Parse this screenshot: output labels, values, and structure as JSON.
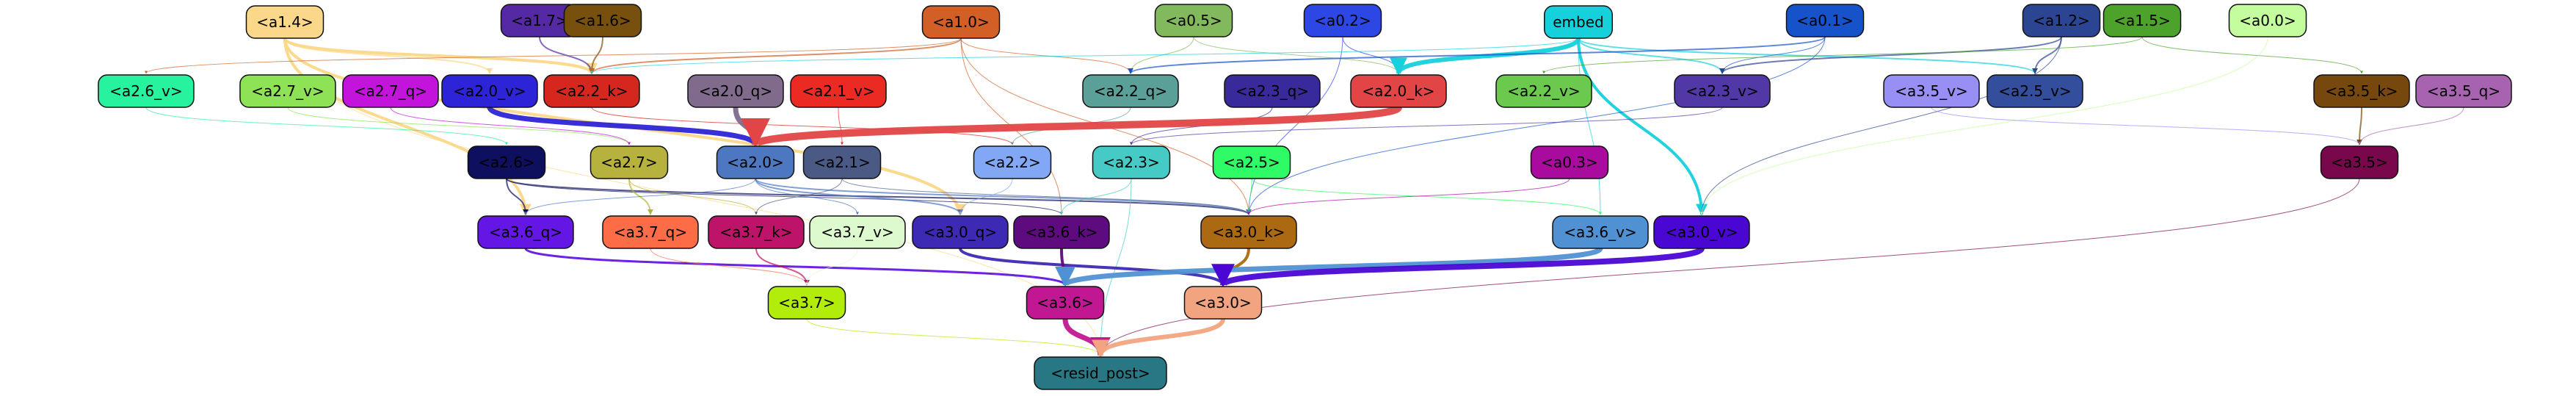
{
  "nodes": [
    {
      "id": "a1.4",
      "label": "<a1.4>",
      "fill": "#fbd889",
      "text": "#000000"
    },
    {
      "id": "a1.7",
      "label": "<a1.7>",
      "fill": "#5629a4",
      "text": "#000000"
    },
    {
      "id": "a1.6",
      "label": "<a1.6>",
      "fill": "#76500c",
      "text": "#000000"
    },
    {
      "id": "a1.0",
      "label": "<a1.0>",
      "fill": "#d25f25",
      "text": "#000000"
    },
    {
      "id": "a0.5",
      "label": "<a0.5>",
      "fill": "#82b95c",
      "text": "#000000"
    },
    {
      "id": "a0.2",
      "label": "<a0.2>",
      "fill": "#2c47e4",
      "text": "#000000"
    },
    {
      "id": "embed",
      "label": "embed",
      "fill": "#16d1dc",
      "text": "#000000"
    },
    {
      "id": "a0.1",
      "label": "<a0.1>",
      "fill": "#1653cb",
      "text": "#000000"
    },
    {
      "id": "a1.2",
      "label": "<a1.2>",
      "fill": "#2b4592",
      "text": "#000000"
    },
    {
      "id": "a1.5",
      "label": "<a1.5>",
      "fill": "#4da22b",
      "text": "#000000"
    },
    {
      "id": "a0.0",
      "label": "<a0.0>",
      "fill": "#c3fd9d",
      "text": "#000000"
    },
    {
      "id": "a2.6_v",
      "label": "<a2.6_v>",
      "fill": "#27f29e",
      "text": "#000000"
    },
    {
      "id": "a2.7_v",
      "label": "<a2.7_v>",
      "fill": "#8de256",
      "text": "#000000"
    },
    {
      "id": "a2.7_q",
      "label": "<a2.7_q>",
      "fill": "#c314dc",
      "text": "#000000"
    },
    {
      "id": "a2.0_v",
      "label": "<a2.0_v>",
      "fill": "#2d24d7",
      "text": "#000000"
    },
    {
      "id": "a2.2_k",
      "label": "<a2.2_k>",
      "fill": "#d6271f",
      "text": "#000000"
    },
    {
      "id": "a2.0_q",
      "label": "<a2.0_q>",
      "fill": "#806b8d",
      "text": "#000000"
    },
    {
      "id": "a2.1_v",
      "label": "<a2.1_v>",
      "fill": "#ec2a24",
      "text": "#000000"
    },
    {
      "id": "a2.2_q",
      "label": "<a2.2_q>",
      "fill": "#5b9f99",
      "text": "#000000"
    },
    {
      "id": "a2.3_q",
      "label": "<a2.3_q>",
      "fill": "#382a9b",
      "text": "#000000"
    },
    {
      "id": "a2.0_k",
      "label": "<a2.0_k>",
      "fill": "#e14545",
      "text": "#000000"
    },
    {
      "id": "a2.2_v",
      "label": "<a2.2_v>",
      "fill": "#6bc94e",
      "text": "#000000"
    },
    {
      "id": "a2.3_v",
      "label": "<a2.3_v>",
      "fill": "#5237a7",
      "text": "#000000"
    },
    {
      "id": "a3.5_v",
      "label": "<a3.5_v>",
      "fill": "#978ff3",
      "text": "#000000"
    },
    {
      "id": "a2.5_v",
      "label": "<a2.5_v>",
      "fill": "#334e9c",
      "text": "#000000"
    },
    {
      "id": "a3.5_k",
      "label": "<a3.5_k>",
      "fill": "#77480d",
      "text": "#000000"
    },
    {
      "id": "a3.5_q",
      "label": "<a3.5_q>",
      "fill": "#a763b0",
      "text": "#000000"
    },
    {
      "id": "a2.6",
      "label": "<a2.6>",
      "fill": "#0e0f5e",
      "text": "#000000"
    },
    {
      "id": "a2.7",
      "label": "<a2.7>",
      "fill": "#b6b23d",
      "text": "#000000"
    },
    {
      "id": "a2.0",
      "label": "<a2.0>",
      "fill": "#4d77c1",
      "text": "#000000"
    },
    {
      "id": "a2.1",
      "label": "<a2.1>",
      "fill": "#4a5a85",
      "text": "#000000"
    },
    {
      "id": "a2.2",
      "label": "<a2.2>",
      "fill": "#82a8f5",
      "text": "#000000"
    },
    {
      "id": "a2.3",
      "label": "<a2.3>",
      "fill": "#45cac6",
      "text": "#000000"
    },
    {
      "id": "a2.5",
      "label": "<a2.5>",
      "fill": "#2efb65",
      "text": "#000000"
    },
    {
      "id": "a0.3",
      "label": "<a0.3>",
      "fill": "#a90b9e",
      "text": "#000000"
    },
    {
      "id": "a3.5",
      "label": "<a3.5>",
      "fill": "#78074b",
      "text": "#000000"
    },
    {
      "id": "a3.6_q",
      "label": "<a3.6_q>",
      "fill": "#6316e4",
      "text": "#000000"
    },
    {
      "id": "a3.7_q",
      "label": "<a3.7_q>",
      "fill": "#fc6d47",
      "text": "#000000"
    },
    {
      "id": "a3.7_k",
      "label": "<a3.7_k>",
      "fill": "#bd1368",
      "text": "#000000"
    },
    {
      "id": "a3.7_v",
      "label": "<a3.7_v>",
      "fill": "#ddf9ce",
      "text": "#000000"
    },
    {
      "id": "a3.0_q",
      "label": "<a3.0_q>",
      "fill": "#3c2ab4",
      "text": "#000000"
    },
    {
      "id": "a3.6_k",
      "label": "<a3.6_k>",
      "fill": "#5e0b7f",
      "text": "#000000"
    },
    {
      "id": "a3.0_k",
      "label": "<a3.0_k>",
      "fill": "#ab6912",
      "text": "#000000"
    },
    {
      "id": "a3.6_v",
      "label": "<a3.6_v>",
      "fill": "#5091d3",
      "text": "#000000"
    },
    {
      "id": "a3.0_v",
      "label": "<a3.0_v>",
      "fill": "#4a07d4",
      "text": "#000000"
    },
    {
      "id": "a3.7",
      "label": "<a3.7>",
      "fill": "#b1ec0a",
      "text": "#000000"
    },
    {
      "id": "a3.6",
      "label": "<a3.6>",
      "fill": "#c21792",
      "text": "#000000"
    },
    {
      "id": "a3.0",
      "label": "<a3.0>",
      "fill": "#f2a480",
      "text": "#000000"
    },
    {
      "id": "resid_post",
      "label": "<resid_post>",
      "fill": "#277884",
      "text": "#000000"
    }
  ],
  "edges": [
    {
      "from": "a1.4",
      "to": "a2.2_k",
      "color": "#fbd889",
      "width": 4
    },
    {
      "from": "a1.4",
      "to": "a3.6_q",
      "color": "#fbd889",
      "width": 4
    },
    {
      "from": "a1.4",
      "to": "a3.0_q",
      "color": "#fbd889",
      "width": 4
    },
    {
      "from": "a1.4",
      "to": "a2.0_v",
      "color": "#fbd889",
      "width": 2
    },
    {
      "from": "a1.4",
      "to": "resid_post",
      "color": "#fbd889",
      "width": 1
    },
    {
      "from": "a1.7",
      "to": "a2.2_k",
      "color": "#5629a4",
      "width": 2
    },
    {
      "from": "a1.6",
      "to": "a2.2_k",
      "color": "#76500c",
      "width": 2
    },
    {
      "from": "a1.0",
      "to": "a2.2_k",
      "color": "#d25f25",
      "width": 2
    },
    {
      "from": "a1.0",
      "to": "a2.6_v",
      "color": "#d25f25",
      "width": 1
    },
    {
      "from": "a1.0",
      "to": "a2.2_q",
      "color": "#d25f25",
      "width": 1
    },
    {
      "from": "a1.0",
      "to": "a3.0_k",
      "color": "#d25f25",
      "width": 1
    },
    {
      "from": "a1.0",
      "to": "a3.6_k",
      "color": "#d25f25",
      "width": 1
    },
    {
      "from": "a0.5",
      "to": "a2.2_q",
      "color": "#82b95c",
      "width": 1
    },
    {
      "from": "a0.5",
      "to": "a2.0_k",
      "color": "#82b95c",
      "width": 1
    },
    {
      "from": "a0.2",
      "to": "a2.0_k",
      "color": "#2c47e4",
      "width": 1
    },
    {
      "from": "a0.2",
      "to": "a3.0_k",
      "color": "#2c47e4",
      "width": 1
    },
    {
      "from": "embed",
      "to": "a2.0_k",
      "color": "#16d1dc",
      "width": 6
    },
    {
      "from": "embed",
      "to": "a3.0_v",
      "color": "#16d1dc",
      "width": 4
    },
    {
      "from": "embed",
      "to": "a2.3_v",
      "color": "#16d1dc",
      "width": 2
    },
    {
      "from": "embed",
      "to": "a2.5_v",
      "color": "#16d1dc",
      "width": 2
    },
    {
      "from": "embed",
      "to": "a2.2_k",
      "color": "#16d1dc",
      "width": 1
    },
    {
      "from": "embed",
      "to": "a3.6_v",
      "color": "#16d1dc",
      "width": 1
    },
    {
      "from": "a0.1",
      "to": "a2.2_q",
      "color": "#1653cb",
      "width": 2
    },
    {
      "from": "a0.1",
      "to": "a2.3_v",
      "color": "#1653cb",
      "width": 1
    },
    {
      "from": "a0.1",
      "to": "a3.0_k",
      "color": "#1653cb",
      "width": 1
    },
    {
      "from": "a1.2",
      "to": "a2.3_v",
      "color": "#2b4592",
      "width": 2
    },
    {
      "from": "a1.2",
      "to": "a2.5_v",
      "color": "#2b4592",
      "width": 2
    },
    {
      "from": "a1.2",
      "to": "a3.0_v",
      "color": "#2b4592",
      "width": 1
    },
    {
      "from": "a1.5",
      "to": "a3.5_k",
      "color": "#4da22b",
      "width": 1
    },
    {
      "from": "a1.5",
      "to": "a2.2_v",
      "color": "#4da22b",
      "width": 1
    },
    {
      "from": "a0.0",
      "to": "a3.0_v",
      "color": "#c3fd9d",
      "width": 1
    },
    {
      "from": "a2.6_v",
      "to": "a2.6",
      "color": "#27f29e",
      "width": 1
    },
    {
      "from": "a2.7_v",
      "to": "a2.7",
      "color": "#8de256",
      "width": 1
    },
    {
      "from": "a2.7_q",
      "to": "a2.7",
      "color": "#c314dc",
      "width": 1
    },
    {
      "from": "a2.0_v",
      "to": "a2.0",
      "color": "#2d24d7",
      "width": 7
    },
    {
      "from": "a2.2_k",
      "to": "a2.2",
      "color": "#d6271f",
      "width": 1
    },
    {
      "from": "a2.0_q",
      "to": "a2.0",
      "color": "#806b8d",
      "width": 7
    },
    {
      "from": "a2.1_v",
      "to": "a2.1",
      "color": "#ec2a24",
      "width": 1
    },
    {
      "from": "a2.2_q",
      "to": "a2.2",
      "color": "#5b9f99",
      "width": 1
    },
    {
      "from": "a2.3_q",
      "to": "a2.3",
      "color": "#382a9b",
      "width": 1
    },
    {
      "from": "a2.0_k",
      "to": "a2.0",
      "color": "#e14545",
      "width": 10
    },
    {
      "from": "a2.3_v",
      "to": "a2.3",
      "color": "#5237a7",
      "width": 1
    },
    {
      "from": "a3.5_v",
      "to": "a3.5",
      "color": "#978ff3",
      "width": 1
    },
    {
      "from": "a3.5_k",
      "to": "a3.5",
      "color": "#77480d",
      "width": 2
    },
    {
      "from": "a3.5_q",
      "to": "a3.5",
      "color": "#a763b0",
      "width": 1
    },
    {
      "from": "a2.6",
      "to": "a3.6_q",
      "color": "#0e0f5e",
      "width": 2
    },
    {
      "from": "a2.6",
      "to": "a3.0_k",
      "color": "#0e0f5e",
      "width": 2
    },
    {
      "from": "a2.6",
      "to": "a3.6_k",
      "color": "#0e0f5e",
      "width": 1
    },
    {
      "from": "a2.7",
      "to": "a3.7_q",
      "color": "#b6b23d",
      "width": 2
    },
    {
      "from": "a2.7",
      "to": "a3.7_k",
      "color": "#b6b23d",
      "width": 1
    },
    {
      "from": "a2.0",
      "to": "a3.0_q",
      "color": "#4d77c1",
      "width": 2
    },
    {
      "from": "a2.0",
      "to": "a3.6_q",
      "color": "#4d77c1",
      "width": 1
    },
    {
      "from": "a2.0",
      "to": "a3.0_k",
      "color": "#4d77c1",
      "width": 2
    },
    {
      "from": "a2.0",
      "to": "a3.7_v",
      "color": "#4d77c1",
      "width": 1
    },
    {
      "from": "a2.1",
      "to": "a3.7_k",
      "color": "#4a5a85",
      "width": 1
    },
    {
      "from": "a2.1",
      "to": "a3.0_k",
      "color": "#4a5a85",
      "width": 1
    },
    {
      "from": "a2.2",
      "to": "a3.0_q",
      "color": "#82a8f5",
      "width": 1
    },
    {
      "from": "a2.3",
      "to": "a3.6_k",
      "color": "#45cac6",
      "width": 1
    },
    {
      "from": "a2.3",
      "to": "resid_post",
      "color": "#45cac6",
      "width": 1
    },
    {
      "from": "a2.5",
      "to": "a3.0_k",
      "color": "#2efb65",
      "width": 1
    },
    {
      "from": "a2.5",
      "to": "a3.6_v",
      "color": "#2efb65",
      "width": 1
    },
    {
      "from": "a0.3",
      "to": "a3.0_k",
      "color": "#a90b9e",
      "width": 1
    },
    {
      "from": "a3.5",
      "to": "resid_post",
      "color": "#78074b",
      "width": 1
    },
    {
      "from": "a3.6_q",
      "to": "a3.6",
      "color": "#6316e4",
      "width": 3
    },
    {
      "from": "a3.7_q",
      "to": "a3.7",
      "color": "#fc6d47",
      "width": 1
    },
    {
      "from": "a3.7_k",
      "to": "a3.7",
      "color": "#bd1368",
      "width": 2
    },
    {
      "from": "a3.7_v",
      "to": "a3.7",
      "color": "#ddf9ce",
      "width": 1
    },
    {
      "from": "a3.0_q",
      "to": "a3.0",
      "color": "#3c2ab4",
      "width": 4
    },
    {
      "from": "a3.6_k",
      "to": "a3.6",
      "color": "#5e0b7f",
      "width": 4
    },
    {
      "from": "a3.0_k",
      "to": "a3.0",
      "color": "#ab6912",
      "width": 4
    },
    {
      "from": "a3.6_v",
      "to": "a3.6",
      "color": "#5091d3",
      "width": 7
    },
    {
      "from": "a3.0_v",
      "to": "a3.0",
      "color": "#4a07d4",
      "width": 8
    },
    {
      "from": "a3.7",
      "to": "resid_post",
      "color": "#b1ec0a",
      "width": 1
    },
    {
      "from": "a3.6",
      "to": "resid_post",
      "color": "#c21792",
      "width": 7
    },
    {
      "from": "a3.0",
      "to": "resid_post",
      "color": "#f2a480",
      "width": 6
    }
  ]
}
